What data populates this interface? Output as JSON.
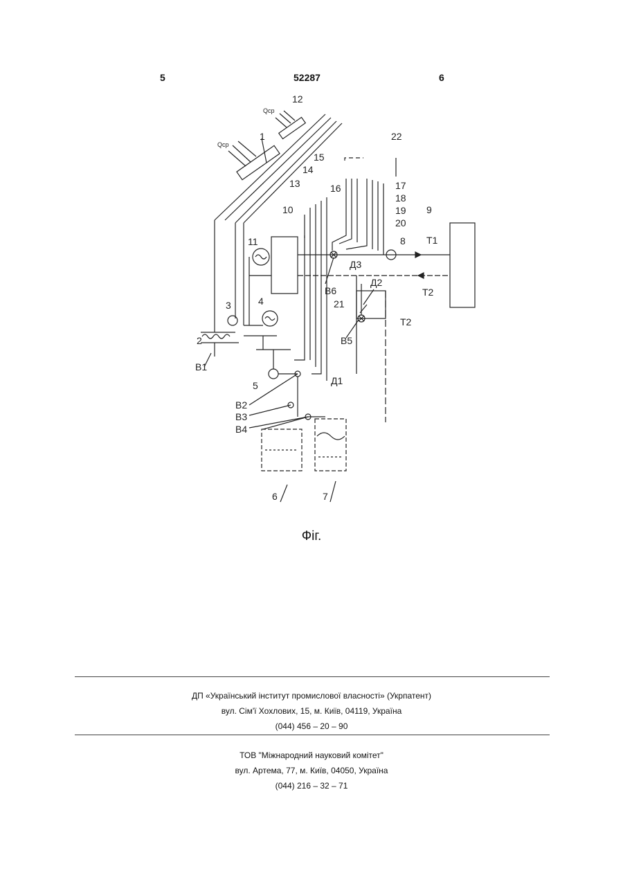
{
  "header": {
    "page_left": "5",
    "document_number": "52287",
    "page_right": "6"
  },
  "figure": {
    "labels": {
      "qcp_1": "Qср",
      "qcp_2": "Qср",
      "n1": "1",
      "n2": "2",
      "n3": "3",
      "n4": "4",
      "n5": "5",
      "n6": "6",
      "n7": "7",
      "n8": "8",
      "n9": "9",
      "n10": "10",
      "n11": "11",
      "n12": "12",
      "n13": "13",
      "n14": "14",
      "n15": "15",
      "n16": "16",
      "n17": "17",
      "n18": "18",
      "n19": "19",
      "n20": "20",
      "n21": "21",
      "n22": "22",
      "t1": "Т1",
      "t2a": "Т2",
      "t2b": "Т2",
      "d1": "Д1",
      "d2": "Д2",
      "d3": "Д3",
      "b1": "В1",
      "b2": "В2",
      "b3": "В3",
      "b4": "В4",
      "b5": "В5",
      "b6": "В6"
    },
    "caption": "Фіг."
  },
  "footer": {
    "publisher_name": "ДП «Український інститут промислової власності» (Укрпатент)",
    "publisher_address": "вул. Сім'ї Хохлових, 15, м. Київ, 04119, Україна",
    "publisher_phone": "(044) 456 – 20 – 90",
    "printer_name": "ТОВ \"Міжнародний науковий комітет\"",
    "printer_address": "вул. Артема, 77, м. Київ, 04050, Україна",
    "printer_phone": "(044) 216 – 32 – 71"
  }
}
